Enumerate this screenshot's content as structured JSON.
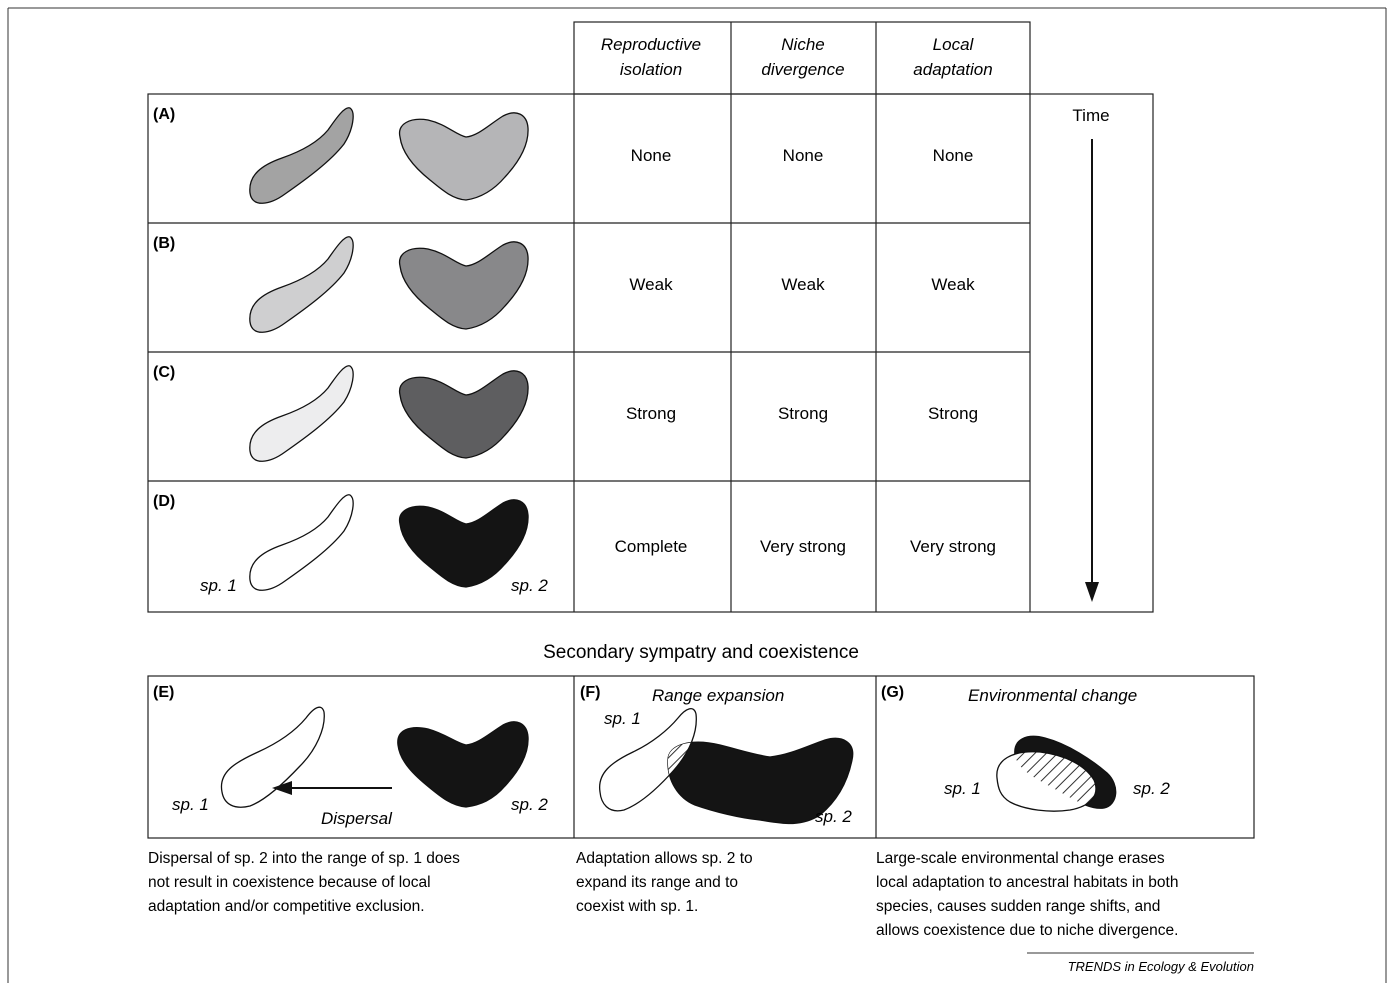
{
  "columns": [
    "Reproductive isolation",
    "Niche divergence",
    "Local adaptation"
  ],
  "column_lines": [
    [
      "Reproductive",
      "isolation"
    ],
    [
      "Niche",
      "divergence"
    ],
    [
      "Local",
      "adaptation"
    ]
  ],
  "time_label": "Time",
  "rows": [
    {
      "label": "(A)",
      "values": [
        "None",
        "None",
        "None"
      ],
      "sp1_fill": "#a3a3a3",
      "sp2_fill": "#b5b5b7"
    },
    {
      "label": "(B)",
      "values": [
        "Weak",
        "Weak",
        "Weak"
      ],
      "sp1_fill": "#cfcfd0",
      "sp2_fill": "#88888a"
    },
    {
      "label": "(C)",
      "values": [
        "Strong",
        "Strong",
        "Strong"
      ],
      "sp1_fill": "#ededee",
      "sp2_fill": "#5e5e60"
    },
    {
      "label": "(D)",
      "values": [
        "Complete",
        "Very strong",
        "Very strong"
      ],
      "sp1_fill": "#ffffff",
      "sp2_fill": "#141414",
      "sp1_label": "sp. 1",
      "sp2_label": "sp. 2"
    }
  ],
  "section_title": "Secondary sympatry and coexistence",
  "panels": [
    {
      "label": "(E)",
      "title": "",
      "sp1": "sp. 1",
      "sp2": "sp. 2",
      "arrow_label": "Dispersal",
      "caption": [
        "Dispersal of sp. 2 into the range of sp. 1 does",
        "not result in coexistence because of local",
        "adaptation and/or competitive exclusion."
      ]
    },
    {
      "label": "(F)",
      "title": "Range expansion",
      "sp1": "sp. 1",
      "sp2": "sp. 2",
      "caption": [
        "Adaptation allows sp. 2 to",
        "expand its range and to",
        "coexist with sp. 1."
      ]
    },
    {
      "label": "(G)",
      "title": "Environmental change",
      "sp1": "sp. 1",
      "sp2": "sp. 2",
      "caption": [
        "Large-scale environmental change erases",
        "local adaptation to ancestral habitats in both",
        "species, causes sudden range shifts, and",
        "allows coexistence due to niche divergence."
      ]
    }
  ],
  "footer": "TRENDS in Ecology & Evolution"
}
